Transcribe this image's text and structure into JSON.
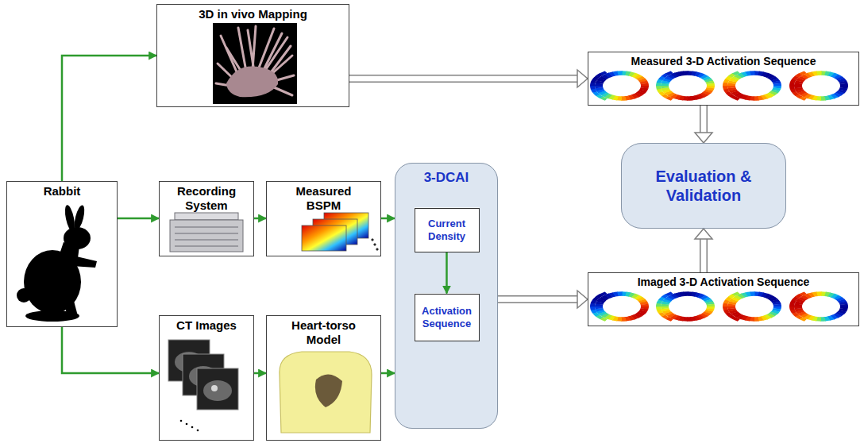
{
  "diagram": {
    "nodes": [
      {
        "text": [
          "Rabbit"
        ]
      },
      {
        "text": [
          "3D in vivo Mapping"
        ]
      },
      {
        "text": [
          "Recording System"
        ]
      },
      {
        "text": [
          "Measured BSPM"
        ]
      },
      {
        "text": [
          "CT Images"
        ]
      },
      {
        "text": [
          "Heart-torso Model"
        ]
      },
      {
        "text": [
          "3-DCAI"
        ]
      },
      {
        "text": [
          "Current Density"
        ],
        "in": 6
      },
      {
        "text": [
          "Activation Sequence"
        ],
        "in": 6
      },
      {
        "text": [
          "Measured 3-D Activation Sequence"
        ]
      },
      {
        "text": [
          "Imaged 3-D Activation Sequence"
        ]
      },
      {
        "text": [
          "Evaluation & Validation"
        ]
      }
    ],
    "edges": [
      {
        "from": 0,
        "to": 1,
        "arrow": "to"
      },
      {
        "from": 0,
        "to": 2,
        "arrow": "to"
      },
      {
        "from": 2,
        "to": 3,
        "arrow": "to"
      },
      {
        "from": 3,
        "to": 6,
        "arrow": "to"
      },
      {
        "from": 0,
        "to": 4,
        "arrow": "to"
      },
      {
        "from": 4,
        "to": 5,
        "arrow": "to"
      },
      {
        "from": 5,
        "to": 6,
        "arrow": "to"
      },
      {
        "from": 7,
        "to": 8,
        "arrow": "to"
      },
      {
        "from": 1,
        "to": 9,
        "arrow": "to"
      },
      {
        "from": 6,
        "to": 10,
        "arrow": "to"
      },
      {
        "from": 9,
        "to": 11,
        "arrow": "to"
      },
      {
        "from": 10,
        "to": 11,
        "arrow": "to"
      }
    ]
  }
}
